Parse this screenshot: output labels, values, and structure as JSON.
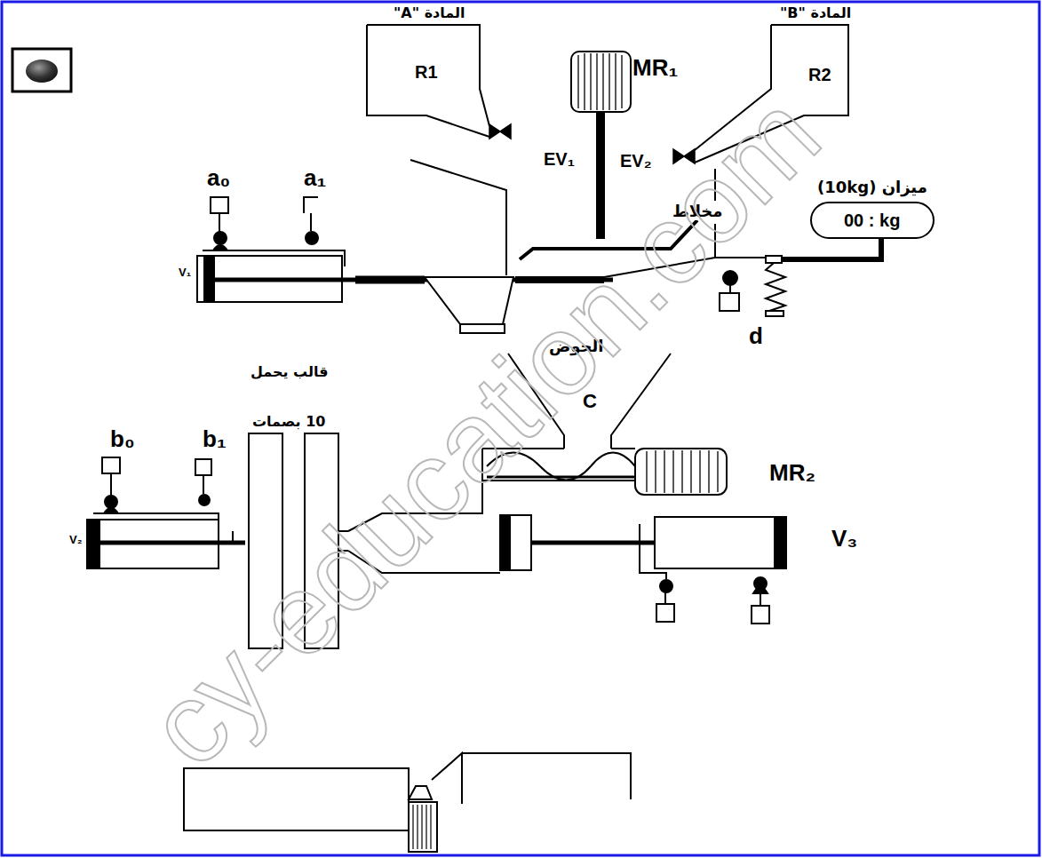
{
  "diagram": {
    "nodes": [
      {
        "text": [
          "المادة \"A\"",
          "R1"
        ]
      },
      {
        "text": [
          "المادة \"B\"",
          "R2"
        ]
      },
      {
        "text": [
          "ميزان (10kg)",
          "00 : kg"
        ]
      }
    ],
    "labels": [
      "MR₁",
      "EV₁",
      "EV₂",
      "مخلاط",
      "a₀",
      "a₁",
      "d",
      "الحوض",
      "C",
      "قالب يحمل",
      "10 بصمات",
      "b₀",
      "b₁",
      "MR₂",
      "V₃",
      "V₁",
      "V₂",
      "cy-education.com"
    ]
  }
}
